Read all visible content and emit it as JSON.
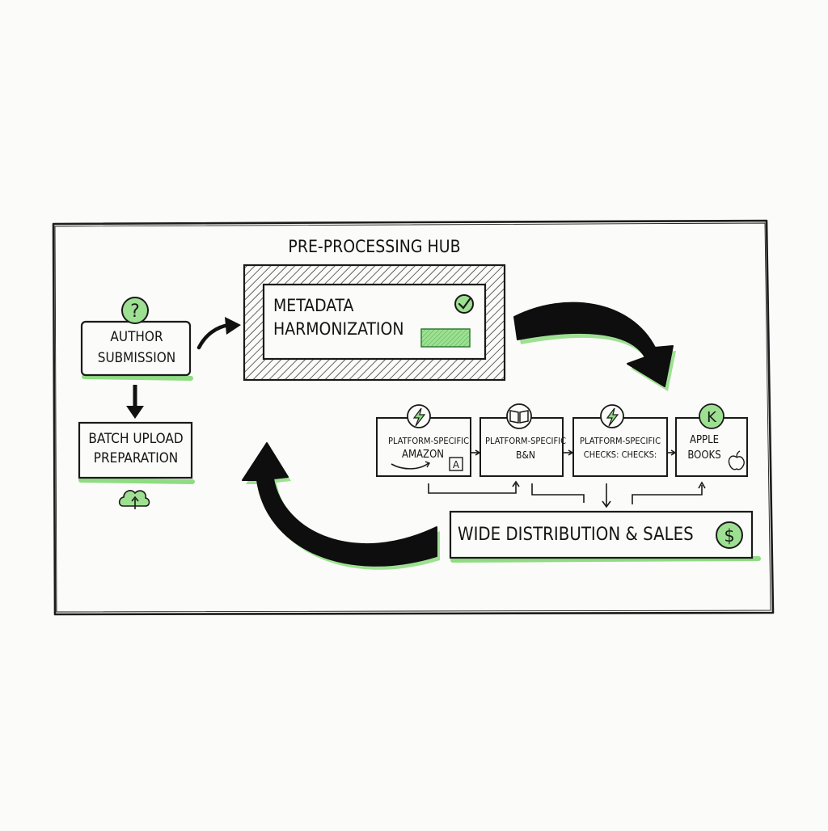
{
  "colors": {
    "accent_green": "#8fdc83",
    "ink": "#141414",
    "paper": "#fbfbf9"
  },
  "hub": {
    "title": "PRE-PROCESSING HUB",
    "metadata_line1": "METADATA",
    "metadata_line2": "HARMONIZATION",
    "icon": "check-circle-icon"
  },
  "author_submission": {
    "line1": "AUTHOR",
    "line2": "SUBMISSION",
    "icon": "question-mark-icon"
  },
  "batch_upload": {
    "line1": "BATCH UPLOAD",
    "line2": "PREPARATION",
    "icon": "cloud-upload-icon"
  },
  "platforms": [
    {
      "line1": "PLATFORM-SPECIFIC",
      "line2": "AMAZON",
      "icon": "lightning-icon",
      "badge": "A"
    },
    {
      "line1": "PLATFORM-SPECIFIC",
      "line2": "B&N",
      "icon": "open-book-icon"
    },
    {
      "line1": "PLATFORM-SPECIFIC",
      "line2": "CHECKS: CHECKS:",
      "icon": "lightning-icon"
    },
    {
      "line1": "APPLE",
      "line2": "BOOKS",
      "icon": "k-letter-icon",
      "badge": "apple-logo"
    }
  ],
  "distribution": {
    "label": "WIDE DISTRIBUTION & SALES",
    "icon": "dollar-icon",
    "icon_glyph": "$"
  },
  "glyphs": {
    "question": "?",
    "k": "K",
    "amazon_badge": "A"
  }
}
